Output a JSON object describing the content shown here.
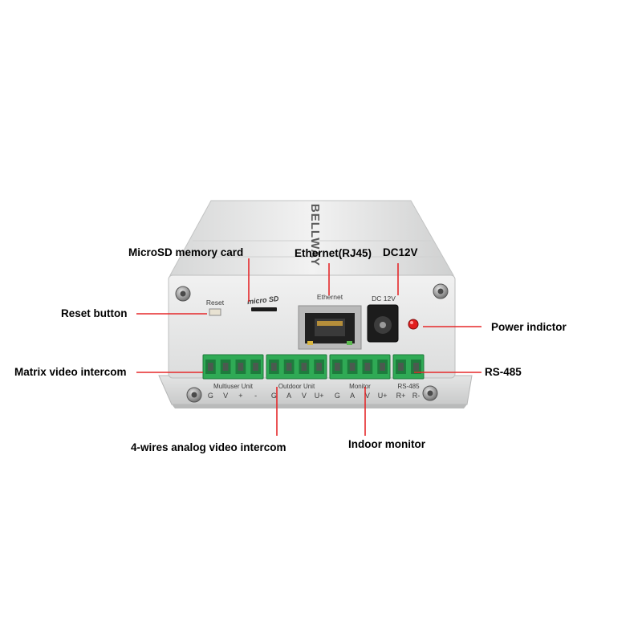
{
  "callouts": {
    "microsd": "MicroSD memory card",
    "ethernet": "Ethernet(RJ45)",
    "dc12v": "DC12V",
    "reset": "Reset button",
    "power": "Power indictor",
    "matrix": "Matrix video intercom",
    "rs485": "RS-485",
    "four_wire": "4-wires analog video intercom",
    "indoor": "Indoor monitor"
  },
  "device": {
    "brand": "BELLWAY",
    "sd_logo": "micro SD",
    "panel": {
      "reset": "Reset",
      "ethernet": "Ethernet",
      "dc": "DC 12V"
    },
    "terminals": [
      {
        "label": "Multiuser Unit",
        "pins": [
          "G",
          "V",
          "+",
          "-"
        ]
      },
      {
        "label": "Outdoor Unit",
        "pins": [
          "G",
          "A",
          "V",
          "U+"
        ]
      },
      {
        "label": "Monitor",
        "pins": [
          "G",
          "A",
          "V",
          "U+"
        ]
      },
      {
        "label": "RS-485",
        "pins": [
          "R+",
          "R-"
        ]
      }
    ]
  },
  "colors": {
    "housing": "#e9eaea",
    "terminal_green": "#2faa55",
    "leader_line": "#e5282a",
    "power_led": "#e21d1d"
  }
}
